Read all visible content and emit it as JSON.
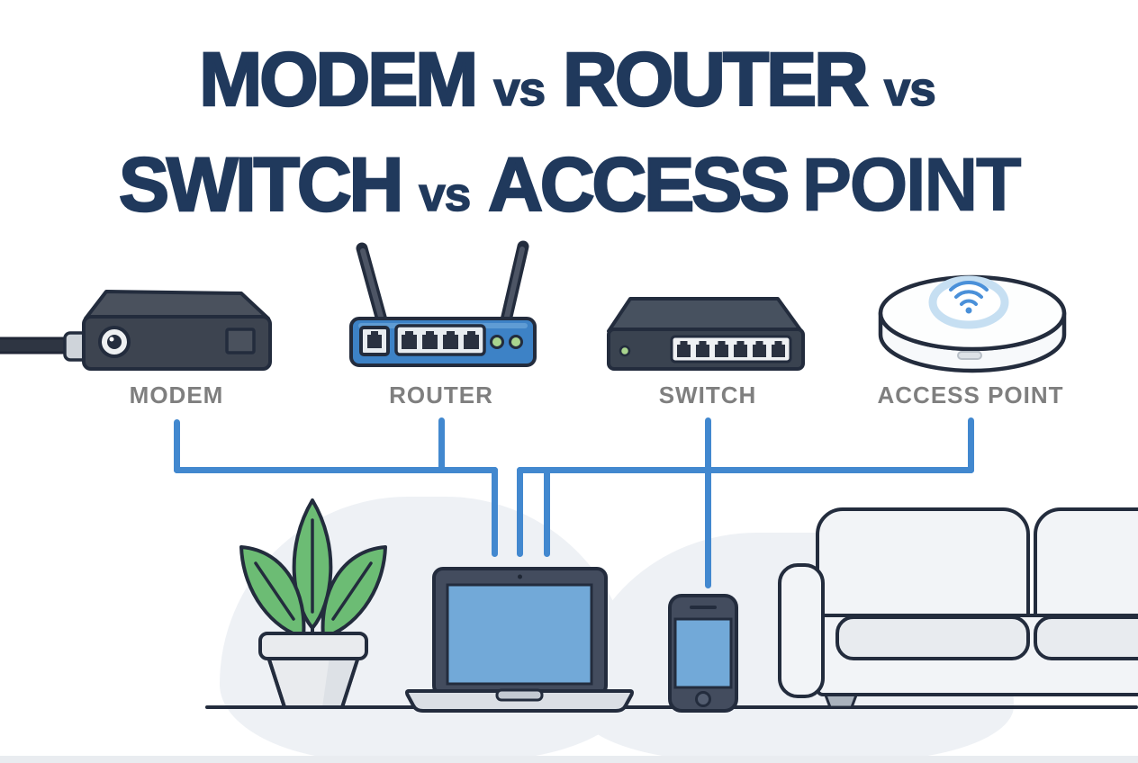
{
  "title": {
    "line1": [
      {
        "text": "MODEM",
        "style": "big"
      },
      {
        "text": "vs",
        "style": "vs"
      },
      {
        "text": "ROUTER",
        "style": "big"
      },
      {
        "text": "vs",
        "style": "vs"
      }
    ],
    "line2": [
      {
        "text": "SWITCH",
        "style": "big"
      },
      {
        "text": "vs",
        "style": "vs"
      },
      {
        "text": "ACCESS",
        "style": "big"
      },
      {
        "text": "POINT",
        "style": "med"
      }
    ]
  },
  "devices": [
    {
      "id": "modem",
      "label": "MODEM",
      "icon": "modem-illustration"
    },
    {
      "id": "router",
      "label": "ROUTER",
      "icon": "router-illustration"
    },
    {
      "id": "switch",
      "label": "SWITCH",
      "icon": "switch-illustration"
    },
    {
      "id": "access-point",
      "label": "ACCESS POINT",
      "icon": "access-point-illustration"
    }
  ],
  "connections": [
    {
      "from": "modem",
      "to": "network-bus"
    },
    {
      "from": "router",
      "to": "network-bus"
    },
    {
      "from": "access-point",
      "to": "network-bus"
    },
    {
      "from": "network-bus",
      "to": "laptop",
      "drops": 3
    },
    {
      "from": "switch",
      "to": "smartphone"
    }
  ],
  "scene_items": [
    "potted-plant",
    "laptop",
    "smartphone",
    "sofa"
  ],
  "colors": {
    "title_navy": "#20395c",
    "label_gray": "#7f7f7f",
    "line_blue": "#4288cf",
    "outline_navy": "#232c3d",
    "router_blue": "#3d82c6",
    "screen_blue": "#72a9d8",
    "leaf_green": "#6cbc74",
    "led_green": "#a9d48e",
    "device_slate": "#3d4450",
    "light_gray_fill": "#e9ebee",
    "blob_gray": "#eef1f5",
    "background": "#ffffff"
  }
}
